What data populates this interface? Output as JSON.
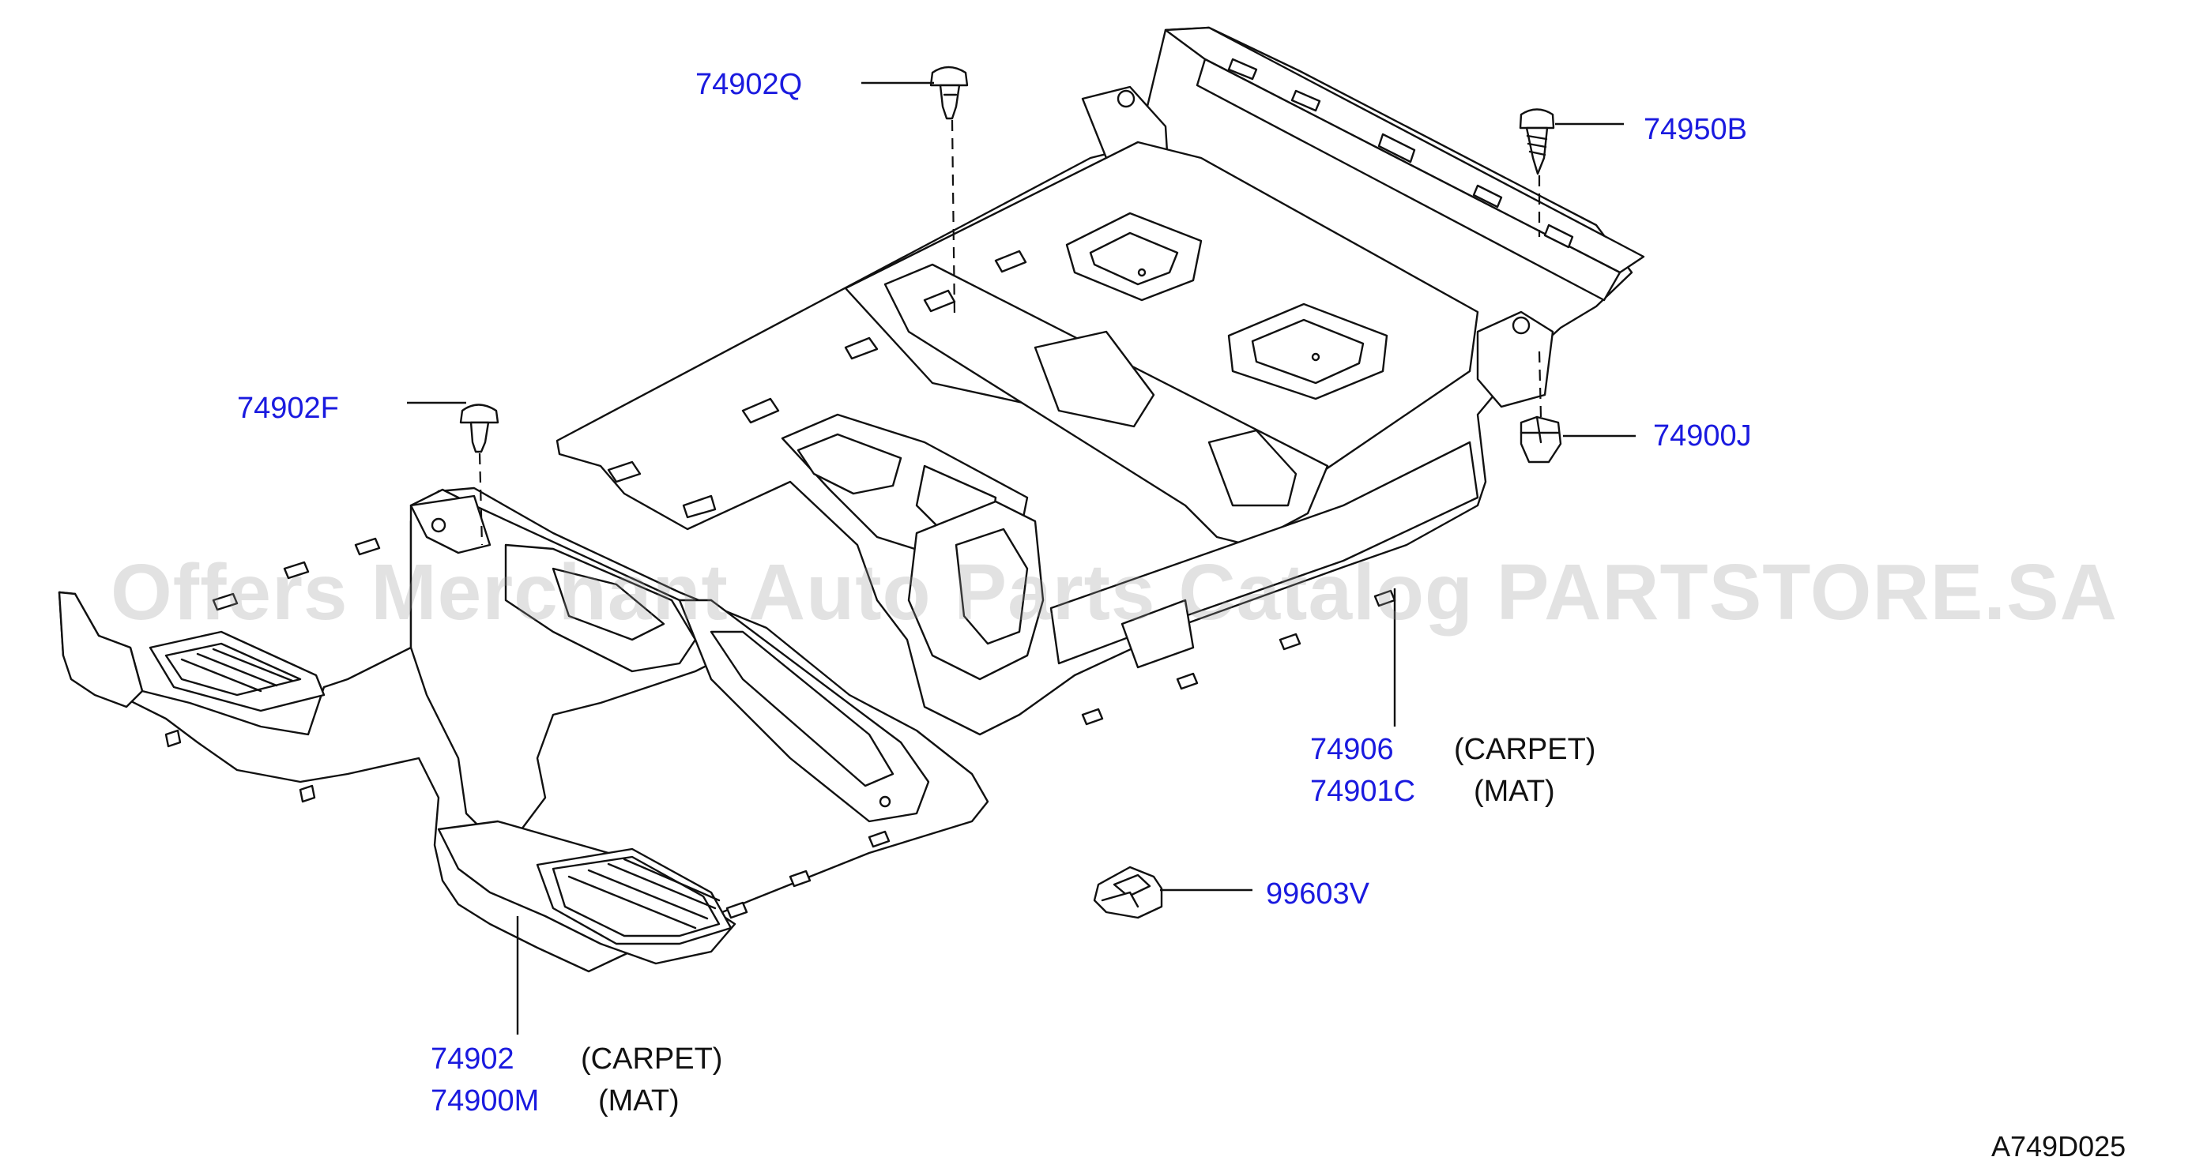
{
  "colors": {
    "part_number": "#1a1adf",
    "line": "#111111",
    "fill": "#ffffff",
    "watermark": "#969696"
  },
  "watermark": "Offers Merchant Auto Parts Catalog PARTSTORE.SA",
  "diagram_code": "A749D025",
  "callouts": {
    "p74902Q": "74902Q",
    "p74950B": "74950B",
    "p74902F": "74902F",
    "p74900J": "74900J",
    "p74906": "74906",
    "p74906_note": "(CARPET)",
    "p74901C": "74901C",
    "p74901C_note": "(MAT)",
    "p99603V": "99603V",
    "p74902": "74902",
    "p74902_note": "(CARPET)",
    "p74900M": "74900M",
    "p74900M_note": "(MAT)"
  }
}
